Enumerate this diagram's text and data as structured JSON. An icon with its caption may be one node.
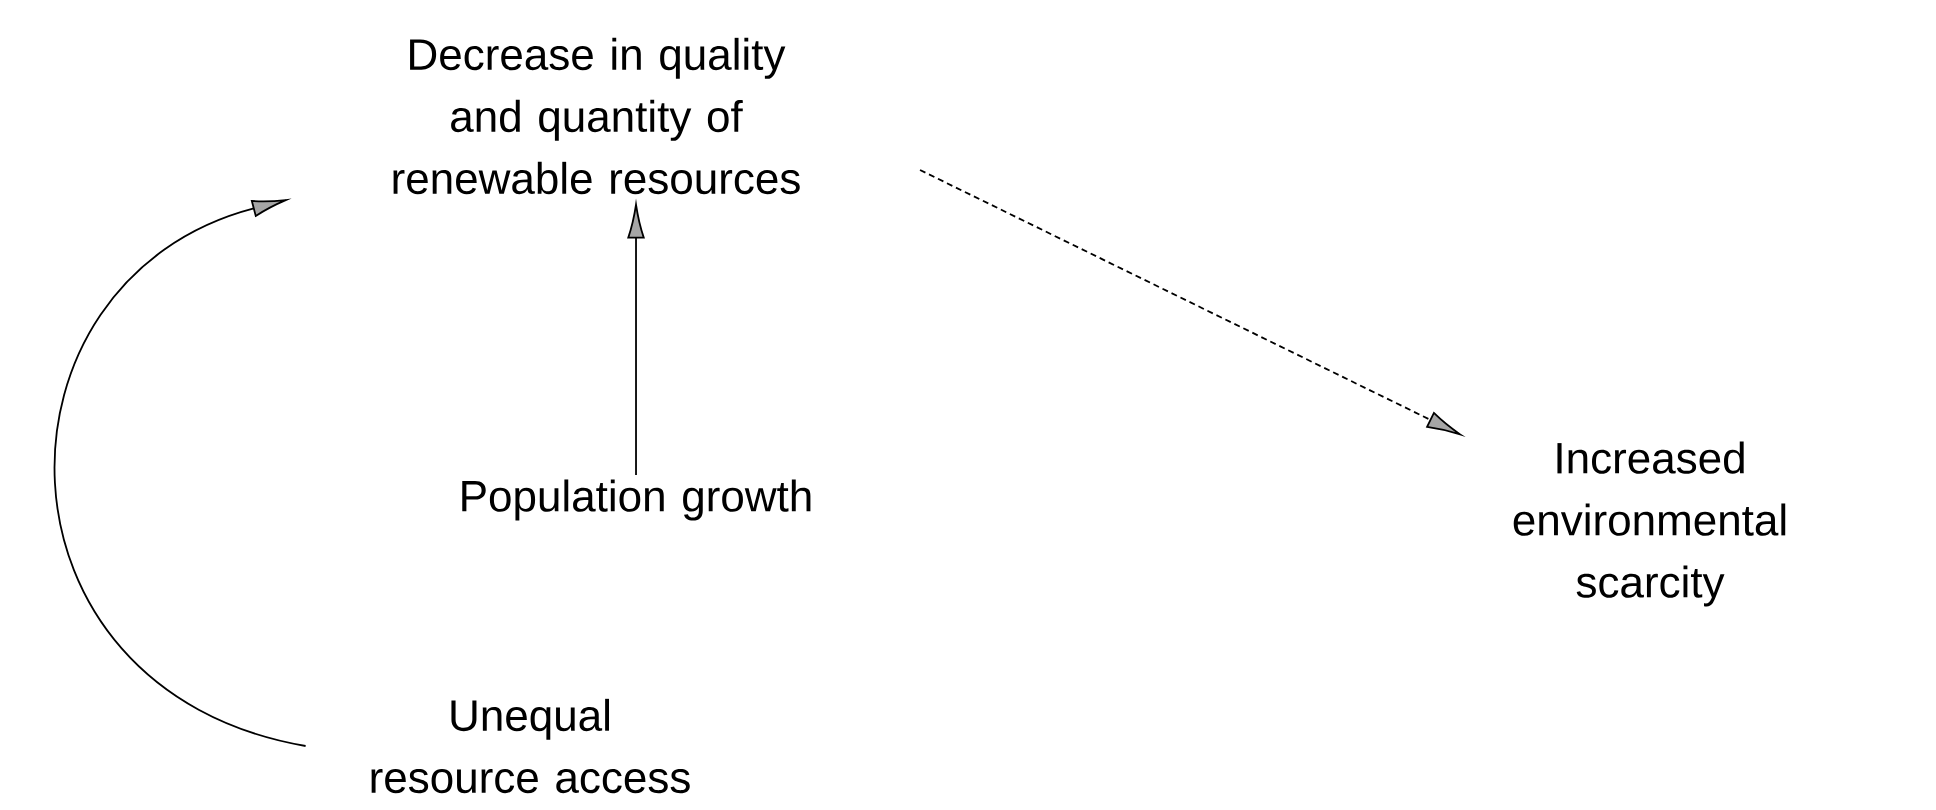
{
  "diagram": {
    "nodes": [
      {
        "text": [
          "Decrease in quality and quantity of renewable resources"
        ]
      },
      {
        "text": [
          "Population growth"
        ]
      },
      {
        "text": [
          "Increased environmental scarcity"
        ]
      },
      {
        "text": [
          "Unequal resource access"
        ]
      }
    ],
    "edges": [
      {
        "from": 1,
        "to": 0,
        "arrow": "to"
      },
      {
        "from": 3,
        "to": 0,
        "arrow": "to"
      },
      {
        "from": 0,
        "to": 2,
        "arrow": "to",
        "style": "dashed"
      }
    ]
  }
}
